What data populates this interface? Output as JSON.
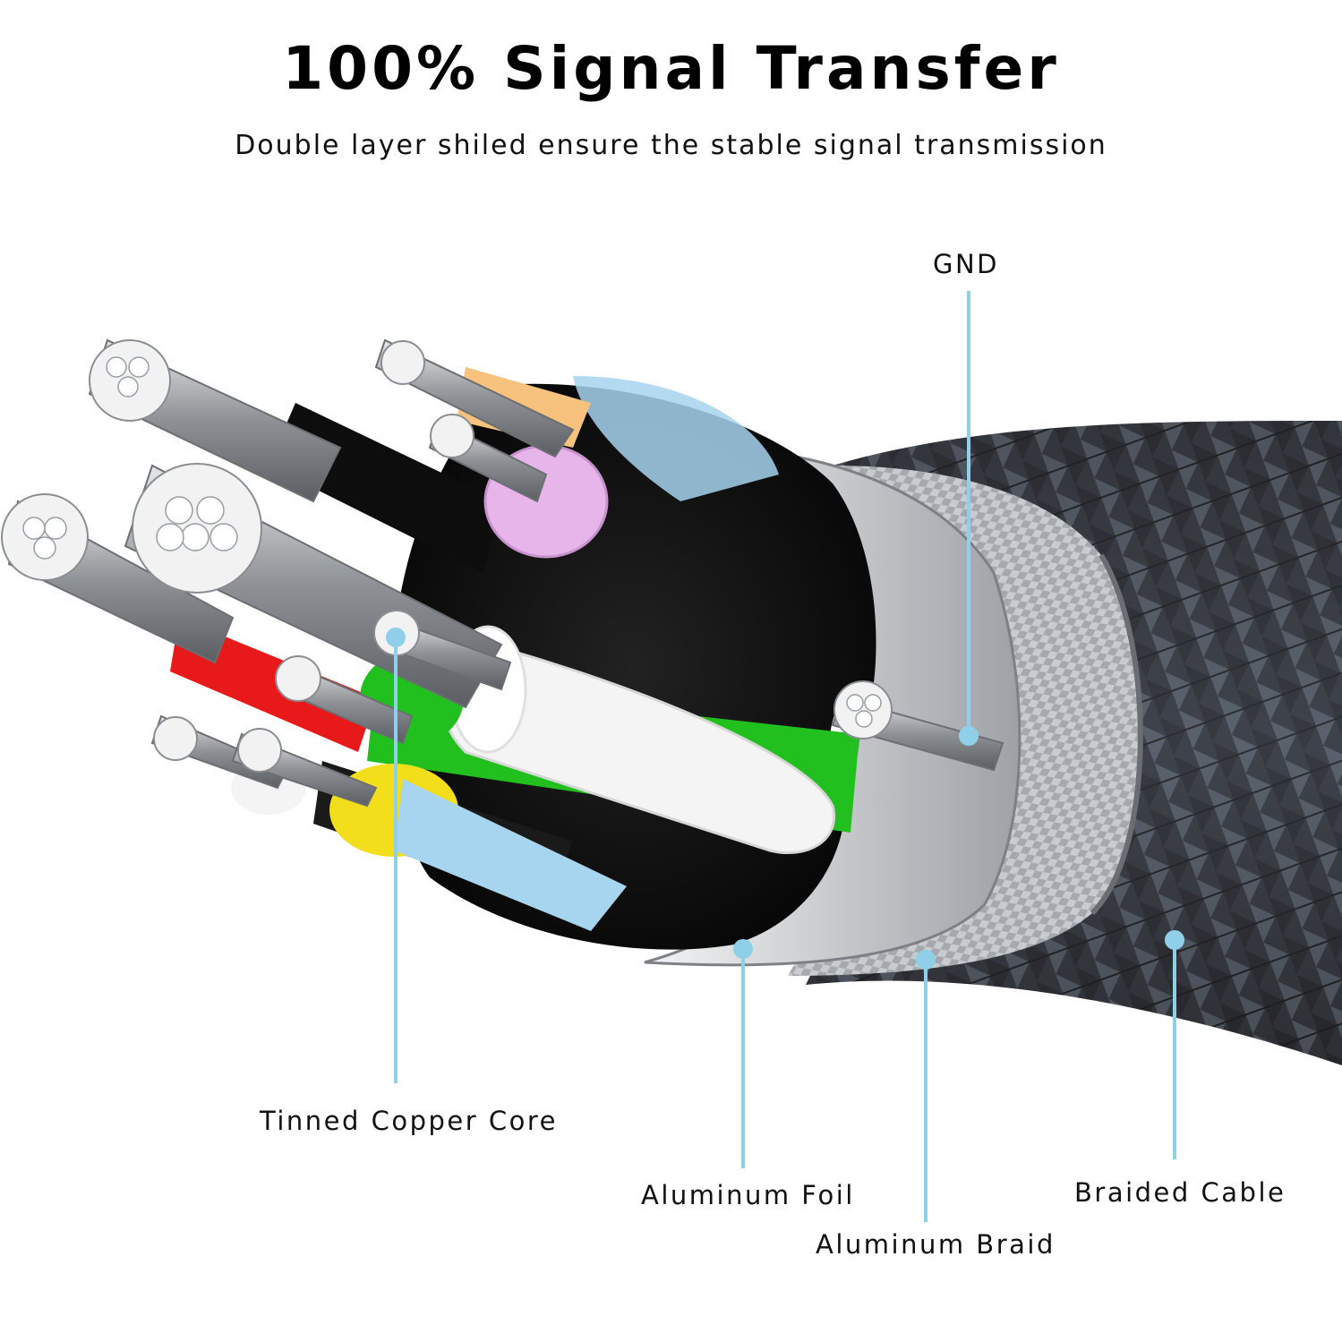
{
  "header": {
    "title": "100% Signal Transfer",
    "subtitle": "Double layer shiled ensure the stable signal transmission"
  },
  "callouts": {
    "gnd": "GND",
    "tinned_copper_core": "Tinned Copper Core",
    "aluminum_foil": "Aluminum Foil",
    "aluminum_braid": "Aluminum Braid",
    "braided_cable": "Braided Cable"
  },
  "colors": {
    "callout_line": "#8fd0e8",
    "braid_dark": "#2b2d31",
    "braid_light": "#6f7884",
    "foil": "#d9dbde",
    "wire_red": "#e8191b",
    "wire_green": "#22c01e",
    "wire_yellow": "#f2de1a",
    "wire_pink": "#e7b5ea",
    "wire_orange": "#f6c27e",
    "wire_white": "#f4f4f4",
    "wire_blue": "#a7d4ee"
  }
}
